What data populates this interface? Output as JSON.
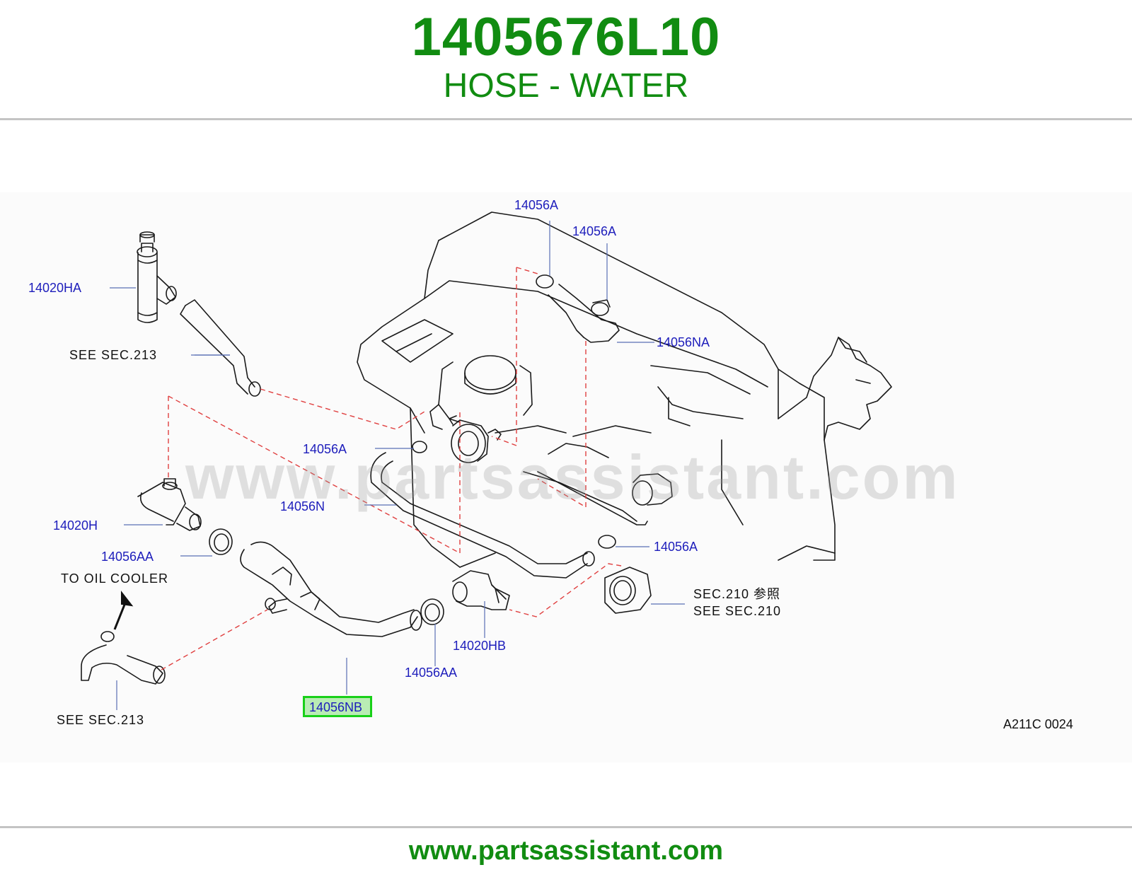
{
  "header": {
    "part_number": "1405676L10",
    "part_name": "HOSE - WATER"
  },
  "diagram": {
    "watermark": "www.partsassistant.com",
    "callouts": {
      "c_14056A_top1": "14056A",
      "c_14056A_top2": "14056A",
      "c_14020HA": "14020HA",
      "c_14056NA": "14056NA",
      "c_14056A_mid": "14056A",
      "c_14056N": "14056N",
      "c_14020H": "14020H",
      "c_14056AA_left": "14056AA",
      "c_14056A_right": "14056A",
      "c_14020HB": "14020HB",
      "c_14056AA_bottom": "14056AA",
      "c_14056NB": "14056NB"
    },
    "notes": {
      "see_sec213_top": "SEE   SEC.213",
      "to_oil_cooler": "TO   OIL   COOLER",
      "see_sec213_bottom": "SEE   SEC.213",
      "sec210_ref": "SEC.210       参照",
      "see_sec210": "SEE   SEC.210",
      "diagram_code": "A211C   0024"
    }
  },
  "footer": {
    "url": "www.partsassistant.com"
  },
  "colors": {
    "brand_green": "#118c11",
    "callout_blue": "#1d1dbb",
    "highlight_border": "#18d018",
    "highlight_fill": "#b9ecb4",
    "leader_red": "#e04040"
  }
}
